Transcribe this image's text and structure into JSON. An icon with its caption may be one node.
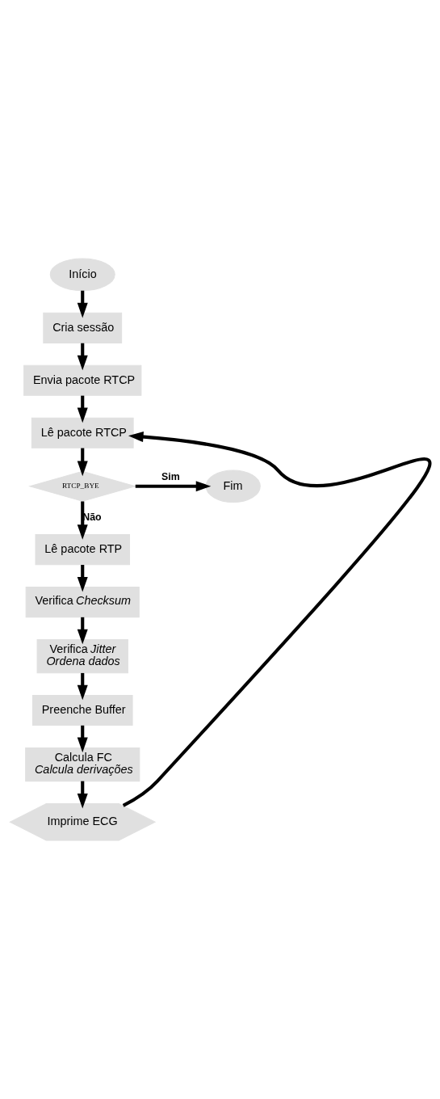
{
  "diagram": {
    "nodes": [
      {
        "text": [
          "Início"
        ]
      },
      {
        "text": [
          "Cria sessão"
        ]
      },
      {
        "text": [
          "Envia pacote RTCP"
        ]
      },
      {
        "text": [
          "Lê pacote RTCP"
        ]
      },
      {
        "text": [
          "RTCP_BYE"
        ]
      },
      {
        "text": [
          "Fim"
        ]
      },
      {
        "text": [
          "Lê pacote RTP"
        ]
      },
      {
        "text": [
          "Verifica *Checksum*"
        ]
      },
      {
        "text": [
          "Verifica *Jitter*",
          "*Ordena dados*"
        ]
      },
      {
        "text": [
          "Preenche Buffer"
        ]
      },
      {
        "text": [
          "Calcula FC",
          "*Calcula derivações*"
        ]
      },
      {
        "text": [
          "Imprime ECG"
        ]
      }
    ],
    "edges": [
      {
        "from": 0,
        "to": 1,
        "arrow": "to"
      },
      {
        "from": 1,
        "to": 2,
        "arrow": "to"
      },
      {
        "from": 2,
        "to": 3,
        "arrow": "to"
      },
      {
        "from": 3,
        "to": 4,
        "arrow": "to"
      },
      {
        "from": 4,
        "to": 5,
        "arrow": "to",
        "label": "Sim"
      },
      {
        "from": 4,
        "to": 6,
        "arrow": "to",
        "label": "Não"
      },
      {
        "from": 6,
        "to": 7,
        "arrow": "to"
      },
      {
        "from": 7,
        "to": 8,
        "arrow": "to"
      },
      {
        "from": 8,
        "to": 9,
        "arrow": "to"
      },
      {
        "from": 9,
        "to": 10,
        "arrow": "to"
      },
      {
        "from": 10,
        "to": 11,
        "arrow": "to"
      },
      {
        "from": 11,
        "to": 3,
        "arrow": "to"
      }
    ]
  }
}
